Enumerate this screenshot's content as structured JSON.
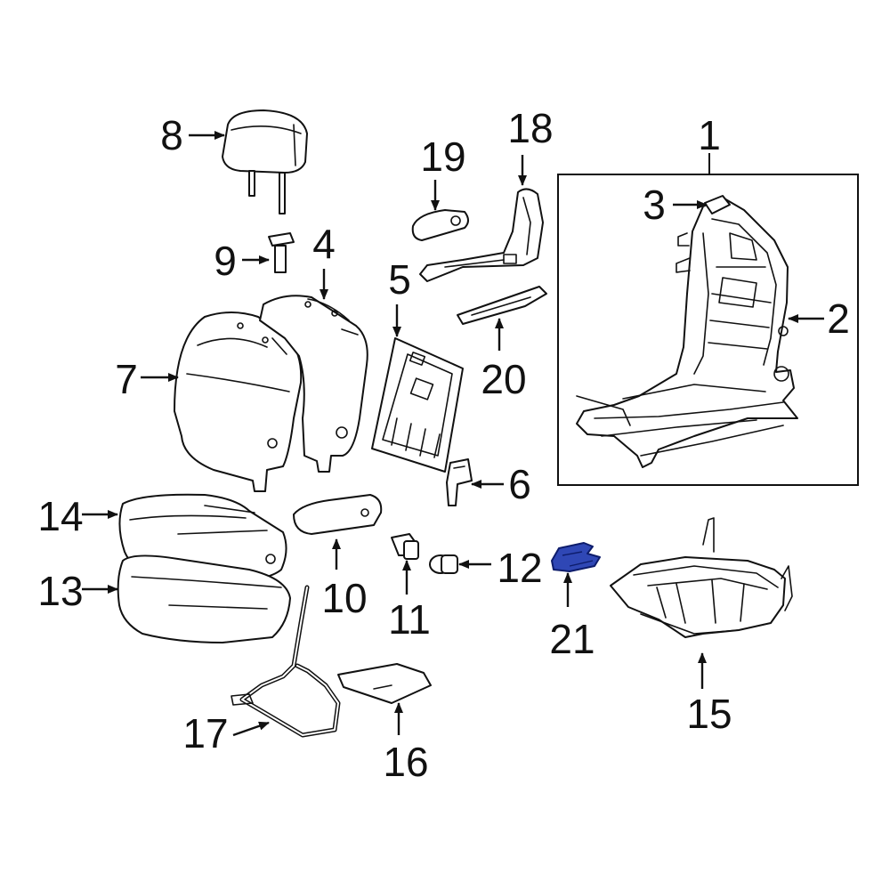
{
  "highlight_color": "#2f47b5",
  "highlighted_part": "21",
  "callouts": {
    "c1": "1",
    "c2": "2",
    "c3": "3",
    "c4": "4",
    "c5": "5",
    "c6": "6",
    "c7": "7",
    "c8": "8",
    "c9": "9",
    "c10": "10",
    "c11": "11",
    "c12": "12",
    "c13": "13",
    "c14": "14",
    "c15": "15",
    "c16": "16",
    "c17": "17",
    "c18": "18",
    "c19": "19",
    "c20": "20",
    "c21": "21"
  }
}
